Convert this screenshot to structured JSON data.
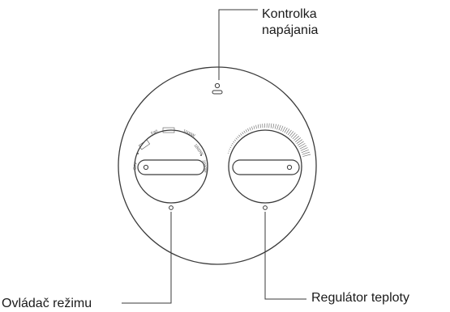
{
  "labels": {
    "power_indicator_line1": "Kontrolka",
    "power_indicator_line2": "napájania",
    "mode_control": "Ovládač režimu",
    "temperature_regulator": "Regulátor teploty"
  },
  "mode_dial_marks": {
    "off": "OFF",
    "fan": "Fan",
    "mode_1": "1000W",
    "mode_2": "1800W",
    "mode_3": "2000W"
  },
  "colors": {
    "line": "#3a3a3a",
    "text": "#1a1a1a"
  }
}
